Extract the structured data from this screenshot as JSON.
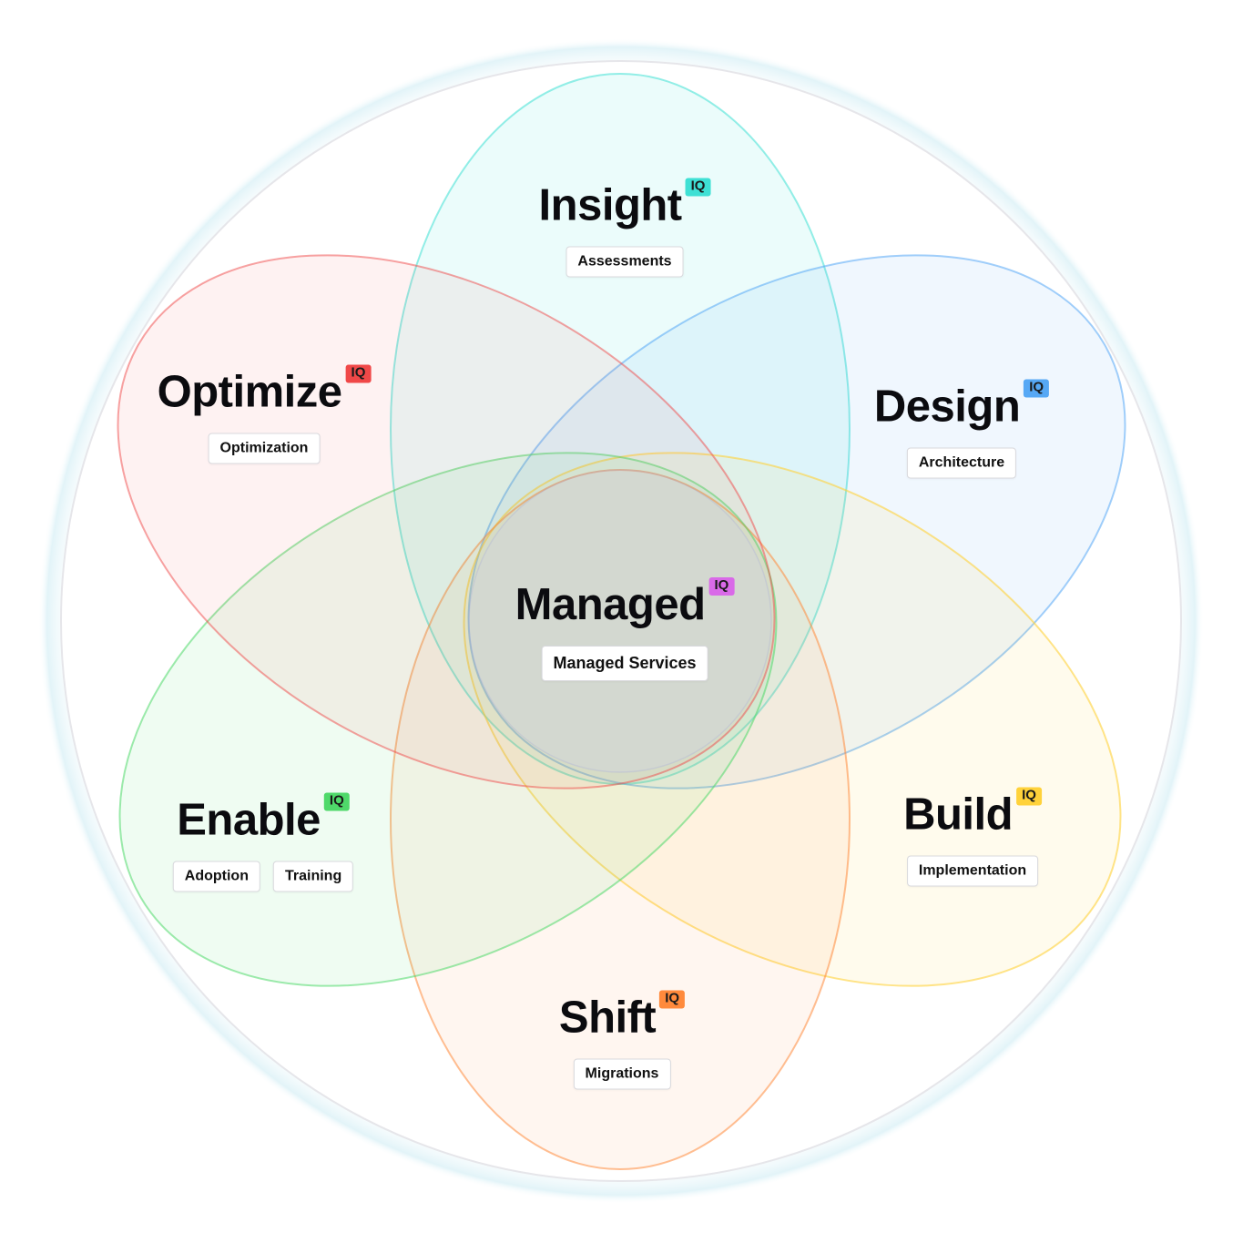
{
  "colors": {
    "insight": "#3ee0d4",
    "design": "#56a8f5",
    "build": "#ffd23a",
    "shift": "#ff8a3c",
    "enable": "#4fd96a",
    "optimize": "#f04848",
    "managed": "#d96ae8"
  },
  "badge_text": "IQ",
  "petals": {
    "insight": {
      "title": "Insight",
      "tags": [
        "Assessments"
      ]
    },
    "design": {
      "title": "Design",
      "tags": [
        "Architecture"
      ]
    },
    "build": {
      "title": "Build",
      "tags": [
        "Implementation"
      ]
    },
    "shift": {
      "title": "Shift",
      "tags": [
        "Migrations"
      ]
    },
    "enable": {
      "title": "Enable",
      "tags": [
        "Adoption",
        "Training"
      ]
    },
    "optimize": {
      "title": "Optimize",
      "tags": [
        "Optimization"
      ]
    }
  },
  "center": {
    "title": "Managed",
    "tags": [
      "Managed Services"
    ]
  }
}
